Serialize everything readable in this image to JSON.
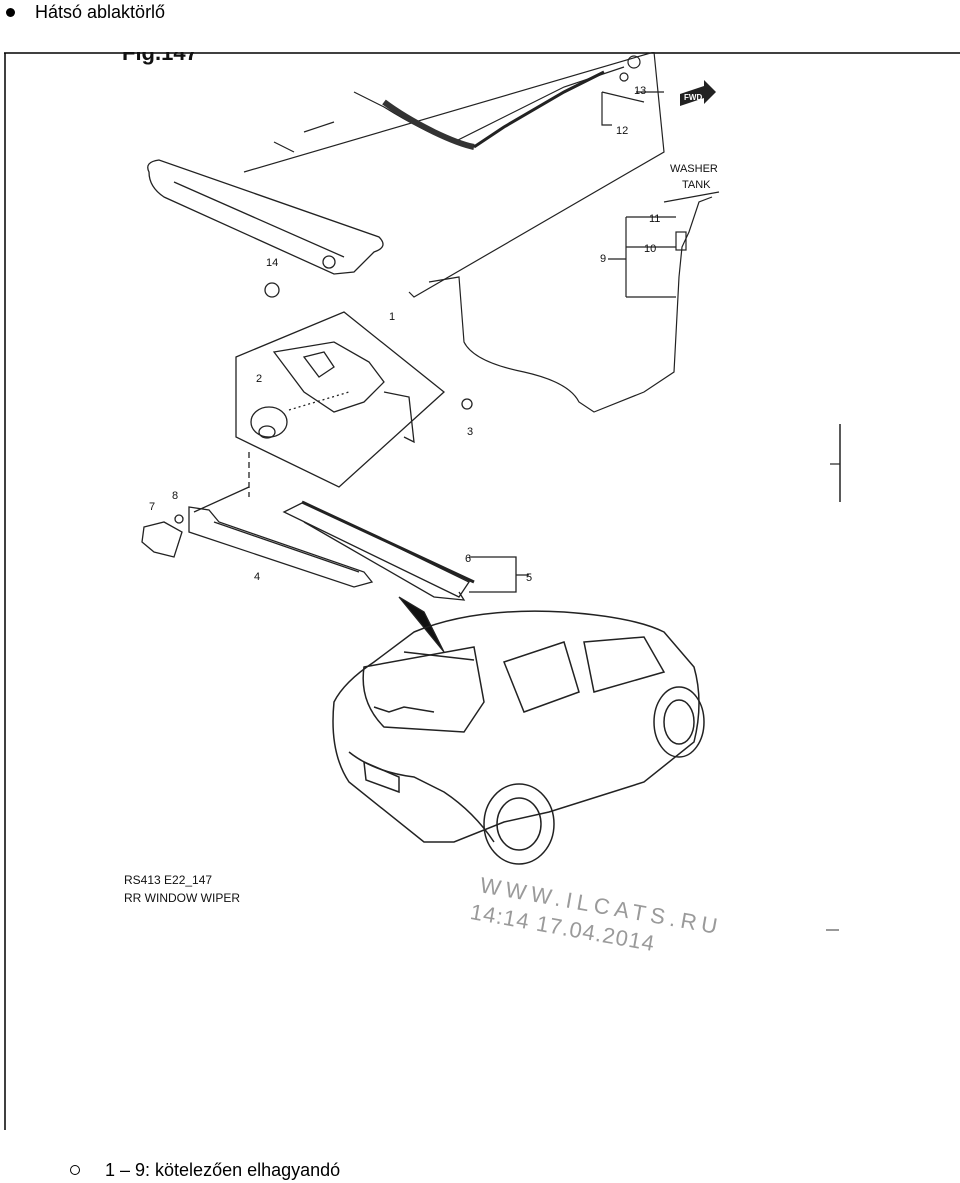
{
  "heading": {
    "text": "Hátsó ablaktörlő"
  },
  "figure": {
    "header_fragment": "Fig.147",
    "washer_tank": [
      "WASHER",
      "TANK"
    ],
    "fwd": "FWD",
    "callouts": {
      "c1": "1",
      "c2": "2",
      "c3": "3",
      "c4": "4",
      "c5": "5",
      "c6": "6",
      "c7": "7",
      "c8": "8",
      "c9": "9",
      "c10": "10",
      "c11": "11",
      "c12": "12",
      "c13": "13",
      "c14": "14"
    },
    "caption_code": "RS413 E22_147",
    "caption_title": "RR WINDOW WIPER",
    "watermark_url": "WWW.ILCATS.RU",
    "watermark_time": "14:14 17.04.2014"
  },
  "footer": {
    "text": "1 – 9: kötelezően elhagyandó"
  }
}
